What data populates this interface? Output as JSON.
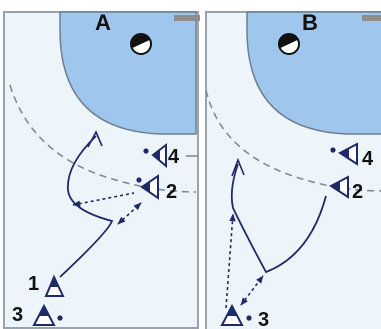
{
  "colors": {
    "court": "#eef5fa",
    "zone": "#9fc6ec",
    "line": "#2a3a5a",
    "dash": "#7f8b95",
    "player": "#1f2a66",
    "goal": "#8d8d8d"
  },
  "panels": [
    {
      "id": "A",
      "title": "A",
      "players": [
        {
          "number": "1"
        },
        {
          "number": "2"
        },
        {
          "number": "3"
        },
        {
          "number": "4"
        }
      ]
    },
    {
      "id": "B",
      "title": "B",
      "players": [
        {
          "number": "2"
        },
        {
          "number": "3"
        },
        {
          "number": "4"
        }
      ]
    }
  ]
}
